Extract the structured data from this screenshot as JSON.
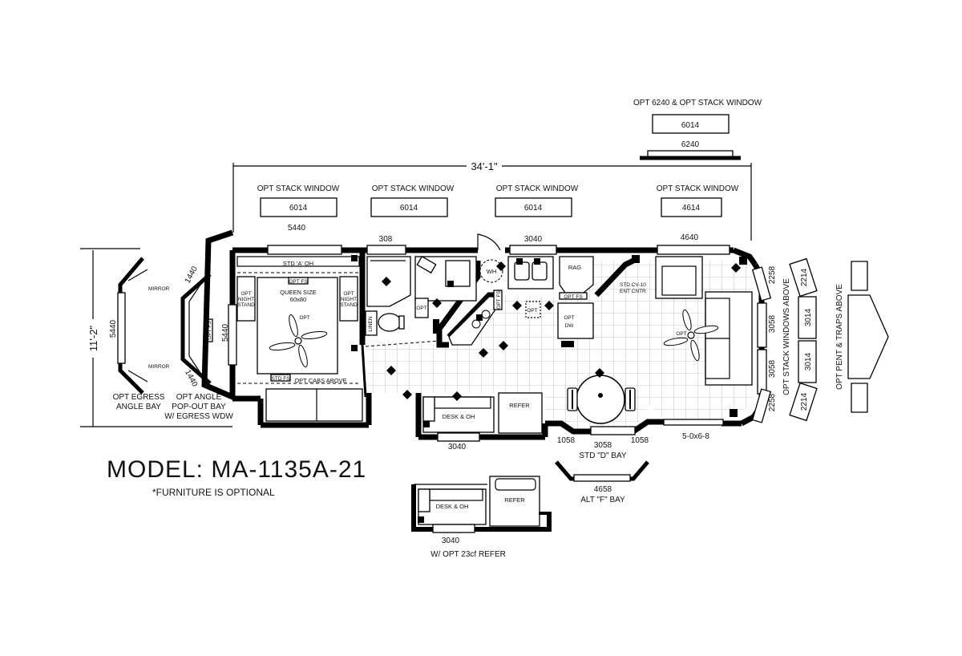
{
  "labels": {
    "opt_6240_stack": "OPT 6240 & OPT STACK WINDOW",
    "box_6014_top": "6014",
    "win_6240": "6240",
    "overall_length": "34'-1\"",
    "opt_stack_1": "OPT STACK WINDOW",
    "opt_stack_2": "OPT STACK WINDOW",
    "opt_stack_3": "OPT STACK WINDOW",
    "opt_stack_4": "OPT STACK WINDOW",
    "stack_box_1": "6014",
    "stack_box_2": "6014",
    "stack_box_3": "6014",
    "stack_box_4": "4614",
    "win_5440_top": "5440",
    "win_308": "308",
    "win_3040_top": "3040",
    "win_4640": "4640",
    "overall_width": "11'-2\"",
    "win_5440_left": "5440",
    "mirror_1": "MIRROR",
    "mirror_2": "MIRROR",
    "egress_bay_1": "OPT EGRESS",
    "egress_bay_2": "ANGLE BAY",
    "win_1440_a": "1440",
    "win_1440_b": "1440",
    "opt_fs_bay": "OPT FS",
    "popout_1": "OPT ANGLE",
    "popout_2": "POP-OUT BAY",
    "popout_3": "W/ EGRESS WDW",
    "win_5440_bed": "5440",
    "std_a_oh": "STD 'A' OH",
    "opt_fs_bed": "OPT FS",
    "nightstand_l1": "OPT",
    "nightstand_l2": "NIGHT",
    "nightstand_l3": "STAND",
    "nightstand_r1": "OPT",
    "nightstand_r2": "NIGHT",
    "nightstand_r3": "STAND",
    "queen_size": "QUEEN SIZE",
    "bed_dims": "60x80",
    "fan_opt_bed": "OPT",
    "std_fs": "STD FS",
    "opt_cabs_above": "OPT CABS ABOVE",
    "linen": "LINEN",
    "opt_bath": "OPT",
    "wh": "WH",
    "opt_fs_kitchen": "OPT FS",
    "opt_kitchen": "OPT",
    "rag": "RAG",
    "opt_fs_rag": "OPT FS",
    "opt_dw_1": "OPT",
    "opt_dw_2": "DW",
    "std_cv10_1": "STD CV-10",
    "std_cv10_2": "ENT CNTR",
    "fan_opt_living": "OPT",
    "win_2258_top": "2258",
    "win_3058_a": "3058",
    "win_3058_b": "3058",
    "win_2258_bot": "2258",
    "desk_oh": "DESK & OH",
    "refer": "REFER",
    "win_3040_bot": "3040",
    "win_1058_a": "1058",
    "win_3058_bay": "3058",
    "win_1058_b": "1058",
    "door_5068": "5-0x6-8",
    "std_d_bay": "STD \"D\" BAY",
    "win_4658": "4658",
    "alt_f_bay": "ALT \"F\" BAY",
    "model": "MODEL: MA-1135A-21",
    "furniture_note": "*FURNITURE IS OPTIONAL",
    "alt_desk_oh": "DESK & OH",
    "alt_refer": "REFER",
    "alt_3040": "3040",
    "alt_23cf": "W/ OPT 23cf REFER",
    "stack_windows_above": "OPT STACK WINDOWS ABOVE",
    "sw_2214_a": "2214",
    "sw_3014_a": "3014",
    "sw_3014_b": "3014",
    "sw_2214_b": "2214",
    "pent_traps": "OPT PENT & TRAPS ABOVE"
  }
}
